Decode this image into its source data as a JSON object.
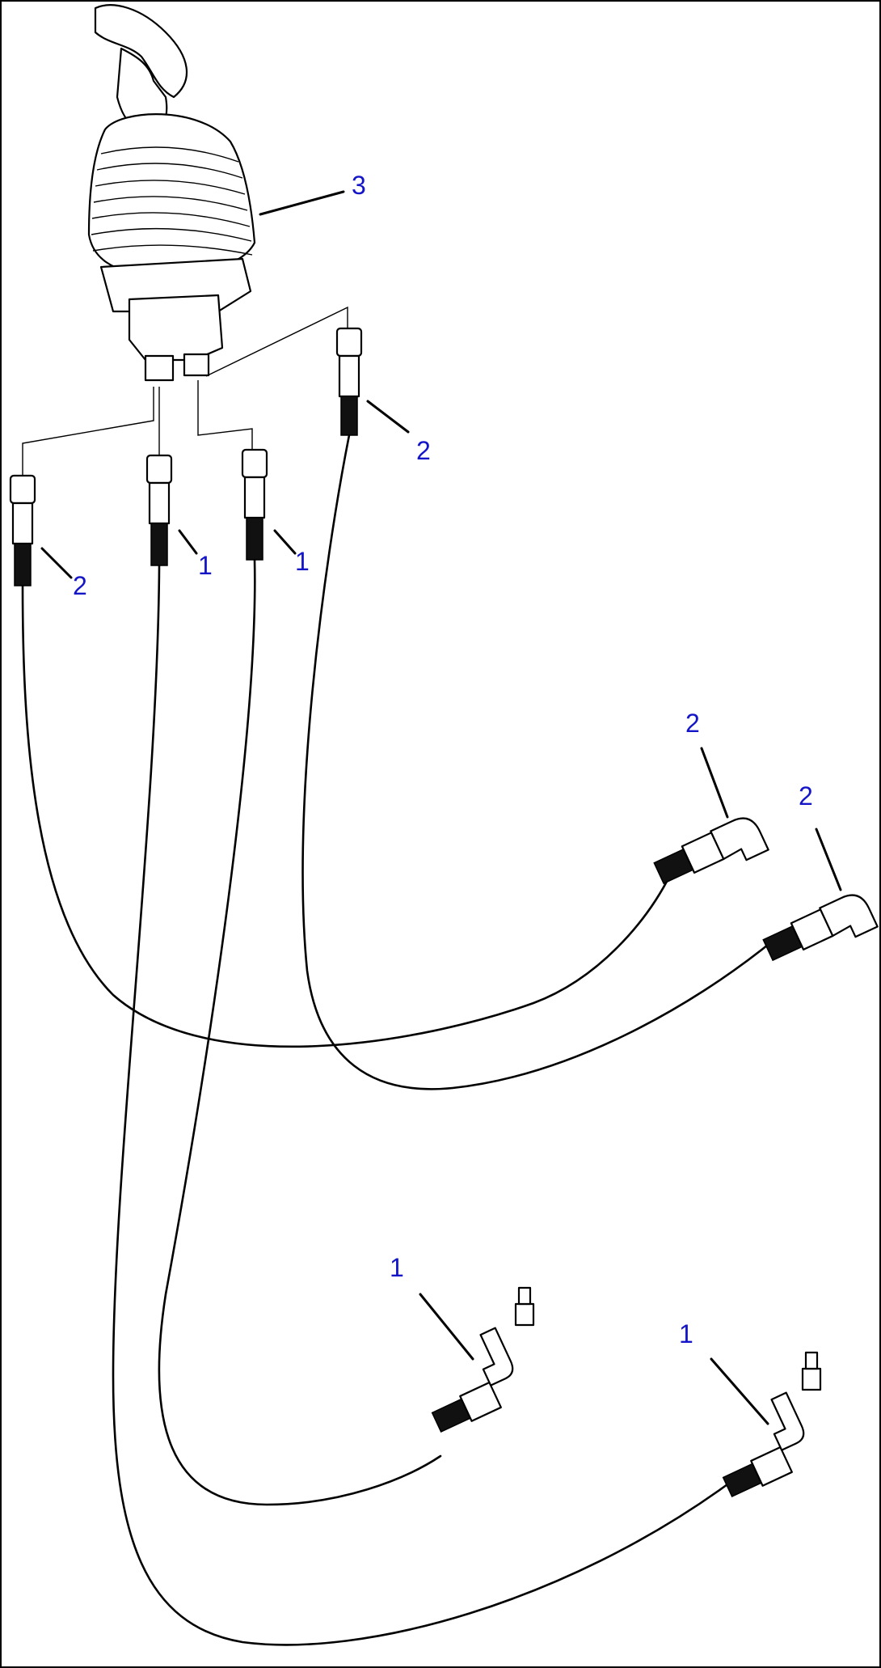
{
  "callouts": [
    {
      "id": "c3",
      "label": "3"
    },
    {
      "id": "c2a",
      "label": "2"
    },
    {
      "id": "c1a",
      "label": "1"
    },
    {
      "id": "c1b",
      "label": "1"
    },
    {
      "id": "c2b",
      "label": "2"
    },
    {
      "id": "c2c",
      "label": "2"
    },
    {
      "id": "c2d",
      "label": "2"
    },
    {
      "id": "c1c",
      "label": "1"
    },
    {
      "id": "c1d",
      "label": "1"
    }
  ],
  "colors": {
    "callout": "#1515c8",
    "line": "#000000",
    "background": "#ffffff"
  }
}
